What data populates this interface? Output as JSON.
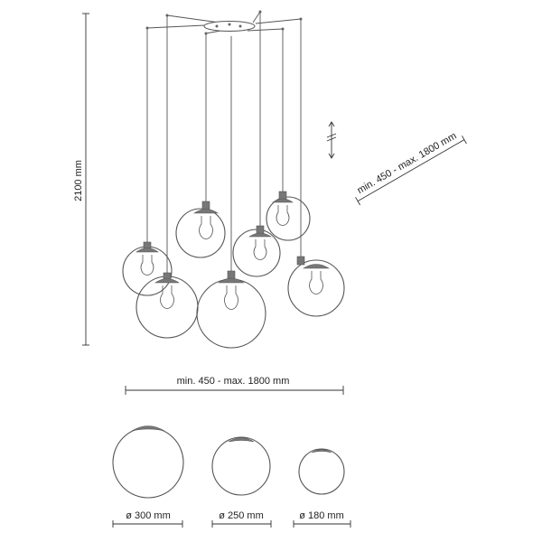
{
  "dimensions": {
    "height_label": "2100 mm",
    "horizontal_range_label": "min. 450 - max. 1800 mm",
    "diagonal_range_label": "min. 450 - max. 1800 mm"
  },
  "globes": [
    {
      "label": "ø 300 mm",
      "diameter_mm": 300
    },
    {
      "label": "ø 250 mm",
      "diameter_mm": 250
    },
    {
      "label": "ø 180 mm",
      "diameter_mm": 180
    }
  ],
  "pendant_count": 7
}
